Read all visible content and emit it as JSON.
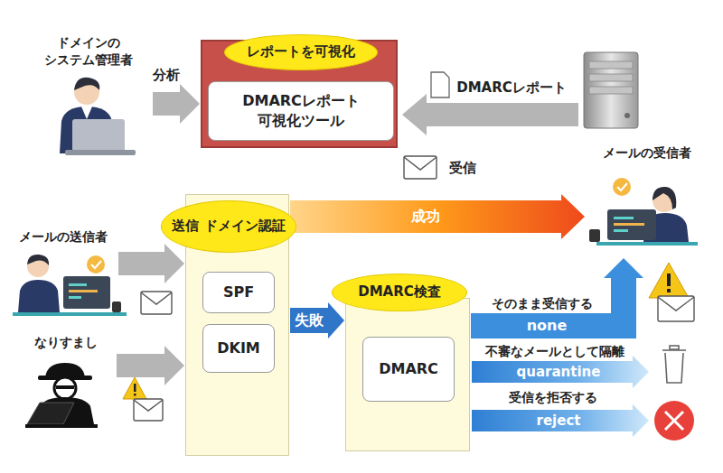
{
  "diagram": {
    "nodes": [
      {
        "text": [
          "ドメインの システム管理者"
        ]
      },
      {
        "text": [
          "レポートを可視化"
        ]
      },
      {
        "text": [
          "DMARCレポート 可視化ツール"
        ],
        "in": 1
      },
      {
        "text": [
          "メールの受信者"
        ]
      },
      {
        "text": [
          "メールの送信者"
        ]
      },
      {
        "text": [
          "なりすまし"
        ]
      },
      {
        "text": [
          "送信 ドメイン認証"
        ]
      },
      {
        "text": [
          "SPF"
        ],
        "in": 6
      },
      {
        "text": [
          "DKIM"
        ],
        "in": 6
      },
      {
        "text": [
          "DMARC検査"
        ]
      },
      {
        "text": [
          "DMARC"
        ],
        "in": 9
      }
    ],
    "edges": [
      {
        "from": 0,
        "to": 1,
        "label": "分析",
        "arrow": "to"
      },
      {
        "from": 4,
        "to": 6,
        "arrow": "to"
      },
      {
        "from": 5,
        "to": 6,
        "arrow": "to"
      },
      {
        "from": 6,
        "to": 3,
        "label": "成功",
        "arrow": "to"
      },
      {
        "from": 6,
        "to": 9,
        "label": "失敗",
        "arrow": "to"
      },
      {
        "from": 9,
        "to": 3,
        "label": "none",
        "arrow": "to"
      }
    ],
    "labels": [
      "DMARCレポート",
      "受信",
      "そのまま受信する",
      "不審なメールとして隔離",
      "quarantine",
      "受信を拒否する",
      "reject"
    ]
  }
}
